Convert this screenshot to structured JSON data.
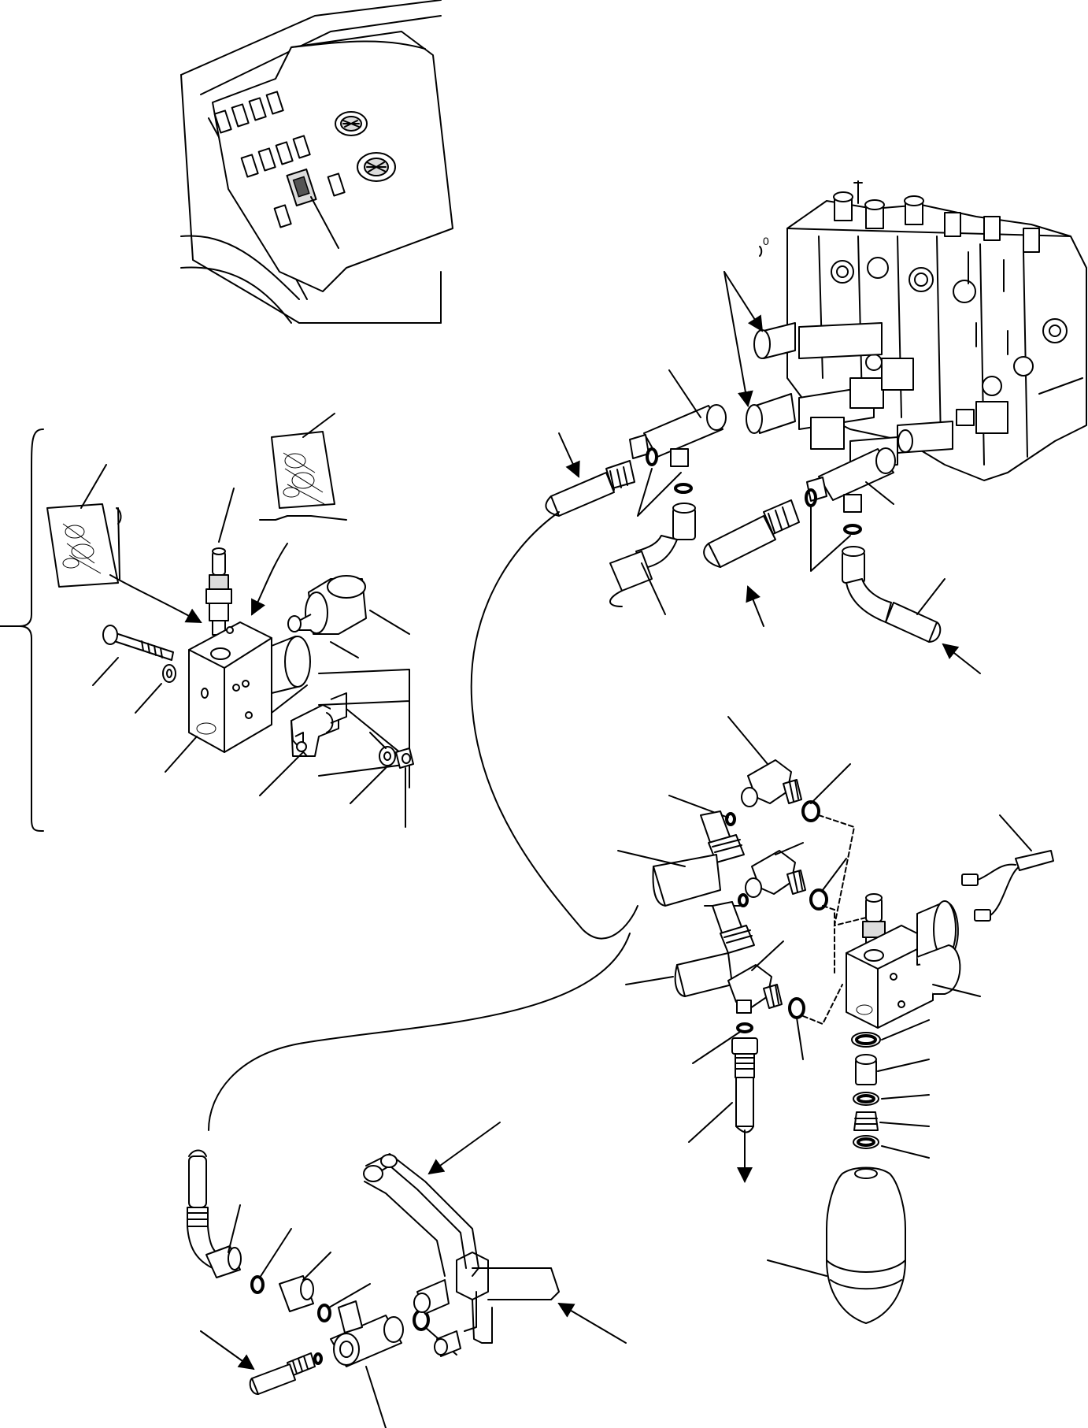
{
  "diagram": {
    "kind": "exploded-parts-drawing",
    "visible_text": [
      "0"
    ]
  },
  "parts": [
    "switch-panel",
    "solenoid-valve-assembly",
    "control-valve-block",
    "hydraulic-hoses",
    "tee-fittings",
    "elbow-fittings",
    "o-rings",
    "accumulator",
    "mounting-bracket",
    "bolt",
    "washer",
    "nut"
  ]
}
